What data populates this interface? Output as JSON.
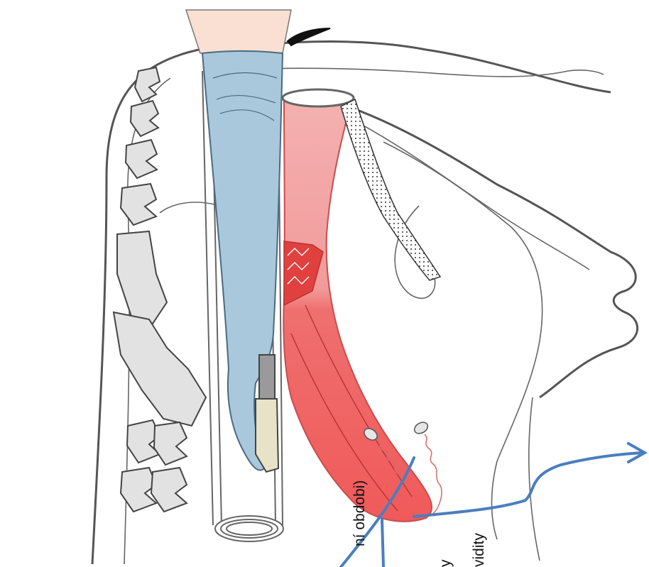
{
  "labels": {
    "label_1": "ní obdobi)",
    "label_2": "y",
    "label_3": "vidity"
  },
  "colors": {
    "glove": "#a9c8dc",
    "skin": "#f9e0d2",
    "rectum_light": "#f2a7a7",
    "rectum_mid": "#f26a6a",
    "rectum_dark": "#e0413f",
    "pointer": "#4a7ebf",
    "outline": "#555555",
    "bone": "#e2e2e2",
    "probe": "#e7e3c6"
  },
  "icons": {
    "arrow": "arrow-right-icon"
  }
}
